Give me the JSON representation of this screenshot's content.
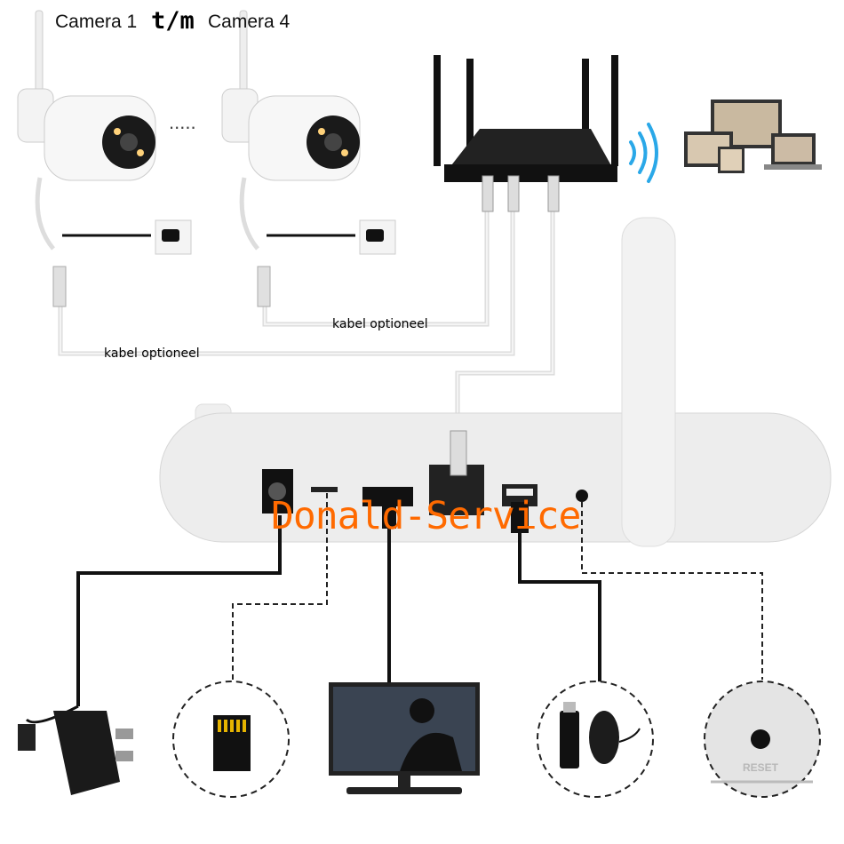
{
  "header": {
    "camera_from": "Camera 1",
    "separator": "t/m",
    "camera_to": "Camera 4"
  },
  "cables": {
    "label_upper": "kabel optioneel",
    "label_lower": "kabel optioneel"
  },
  "watermark": "Donald-Service",
  "reset_label": "RESET",
  "colors": {
    "watermark": "#ff6a00",
    "wifi": "#2aa8e8",
    "cable_white": "#e8e8e8",
    "cable_black": "#111111"
  },
  "icons": [
    "wifi-camera",
    "power-plug",
    "wifi-router",
    "wifi-signal",
    "monitor-devices",
    "nvr-recorder",
    "power-adapter",
    "sd-card",
    "monitor",
    "usb-mouse",
    "reset-button"
  ]
}
